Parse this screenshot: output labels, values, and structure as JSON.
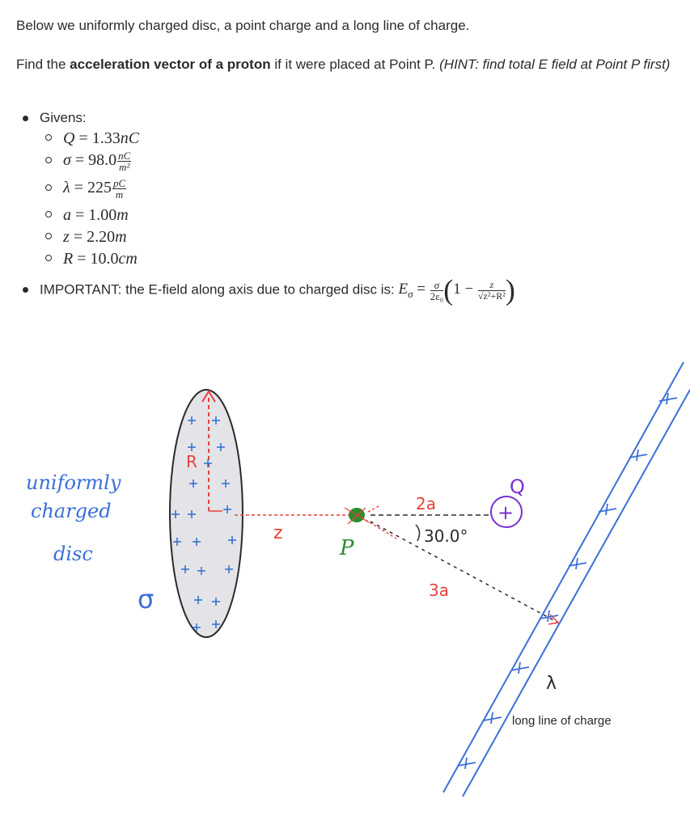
{
  "intro": "Below we uniformly charged disc, a point charge and a long line of charge.",
  "task": {
    "prefix": "Find the ",
    "bold": "acceleration vector of a proton",
    "middle": " if it were placed at Point P. ",
    "hint": "(HINT: find total E field at Point P first)"
  },
  "givens": {
    "label": "Givens:",
    "items": [
      {
        "sym": "Q",
        "eq": " = ",
        "val": "1.33",
        "unit": "nC"
      },
      {
        "sym": "σ",
        "eq": " = ",
        "val": "98.0",
        "frac_num": "nC",
        "frac_den": "m²"
      },
      {
        "sym": "λ",
        "eq": " = ",
        "val": "225",
        "frac_num": "pC",
        "frac_den": "m"
      },
      {
        "sym": "a",
        "eq": " = ",
        "val": "1.00",
        "unit": "m"
      },
      {
        "sym": "z",
        "eq": " = ",
        "val": "2.20",
        "unit": "m"
      },
      {
        "sym": "R",
        "eq": " = ",
        "val": "10.0",
        "unit": "cm"
      }
    ]
  },
  "important": {
    "text": "IMPORTANT: the E-field along axis due to charged disc is: ",
    "lhs": "E",
    "lhs_sub": "σ",
    "eq": " = ",
    "f1_num": "σ",
    "f1_den": "2ε₀",
    "one_minus": "1 −",
    "f2_num": "z",
    "f2_den": "√z²+R²"
  },
  "diagram": {
    "disc_caption": [
      "uniformly",
      "charged",
      "disc"
    ],
    "sigma": "σ",
    "R_label": "R",
    "z_label": "z",
    "P_label": "P",
    "two_a": "2a",
    "three_a": "3a",
    "angle": "30.0°",
    "Q_label": "Q",
    "plus": "+",
    "lambda": "λ",
    "line_caption": "long line of charge",
    "colors": {
      "blue": "#3b6fd8",
      "red": "#e8413c",
      "purple": "#7b2fd0",
      "green": "#2e8b2e",
      "disc_fill": "#e4e4e8"
    }
  }
}
